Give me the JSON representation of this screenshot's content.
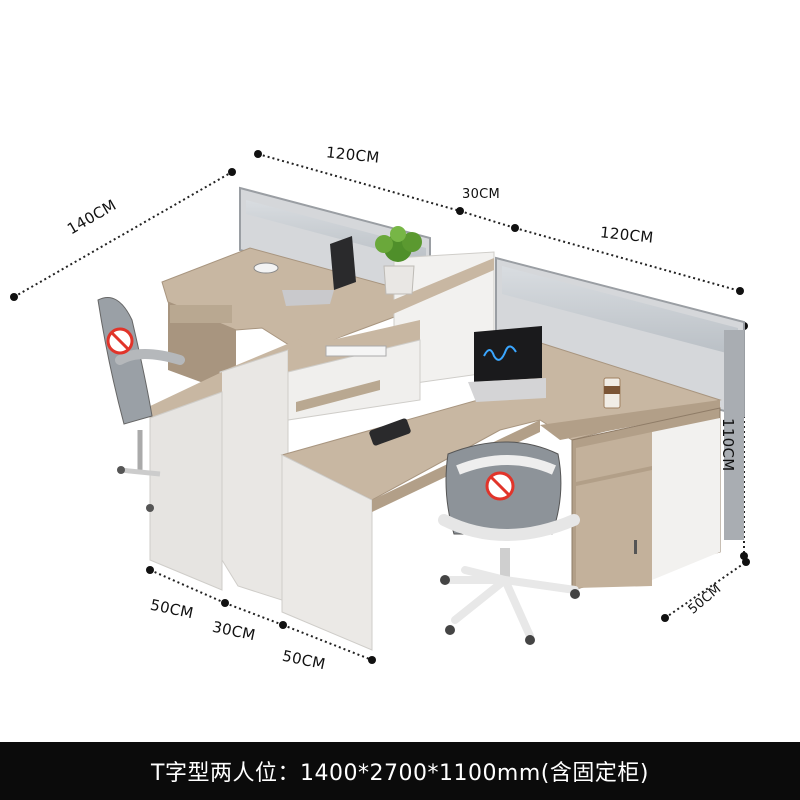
{
  "dimensions": {
    "top_left_width": "120CM",
    "top_gap": "30CM",
    "top_right_width": "120CM",
    "left_depth": "140CM",
    "right_height": "110CM",
    "right_depth": "50CM",
    "bottom_a": "50CM",
    "bottom_b": "30CM",
    "bottom_c": "50CM"
  },
  "caption": "T字型两人位：1400*2700*1100mm(含固定柜)",
  "colors": {
    "wood": "#c8b7a2",
    "wood_dark": "#a8957f",
    "white_panel": "#eceae7",
    "partition": "#b9bcc0",
    "caption_bg": "#0b0b0b"
  }
}
